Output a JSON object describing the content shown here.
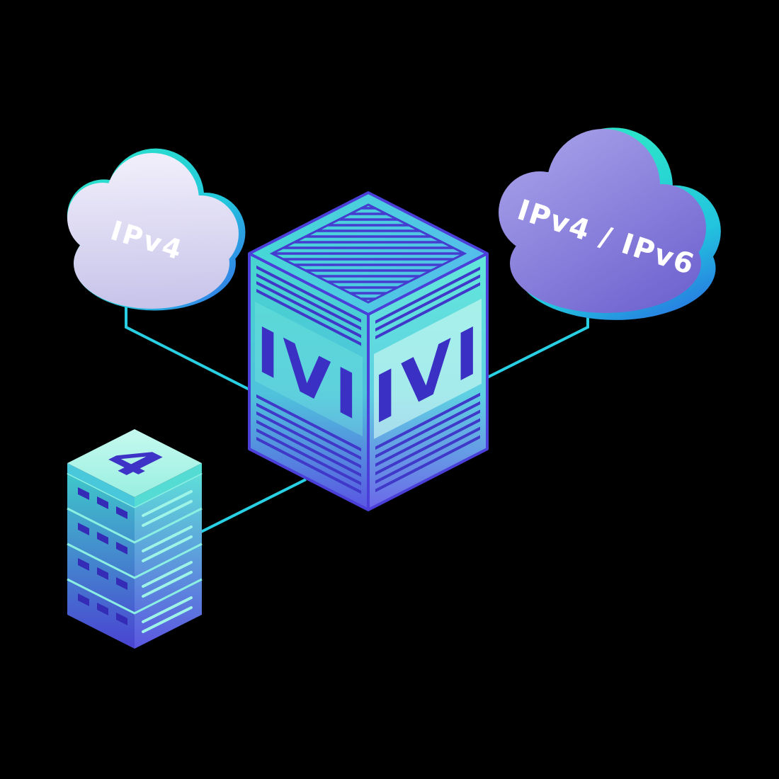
{
  "scene": {
    "background": "#000000",
    "accent_teal": "#2be0c8",
    "connector_cyan": "#29cfe2",
    "indigo": "#4238cc",
    "lavender": "#dedbf2",
    "purple": "#7a6fd0"
  },
  "nodes": {
    "ipv4_cloud": {
      "type": "cloud",
      "label": "IPv4"
    },
    "dual_stack_cloud": {
      "type": "cloud",
      "label": "IPv4 / IPv6"
    },
    "ivi_box": {
      "type": "isometric-translator-box",
      "left_label": "IVI",
      "right_label": "IVI"
    },
    "server_stack": {
      "type": "server-rack",
      "top_label": "4",
      "units": 4
    }
  },
  "edges": [
    {
      "from": "ipv4_cloud",
      "to": "ivi_box"
    },
    {
      "from": "dual_stack_cloud",
      "to": "ivi_box"
    },
    {
      "from": "server_stack",
      "to": "ivi_box"
    }
  ]
}
